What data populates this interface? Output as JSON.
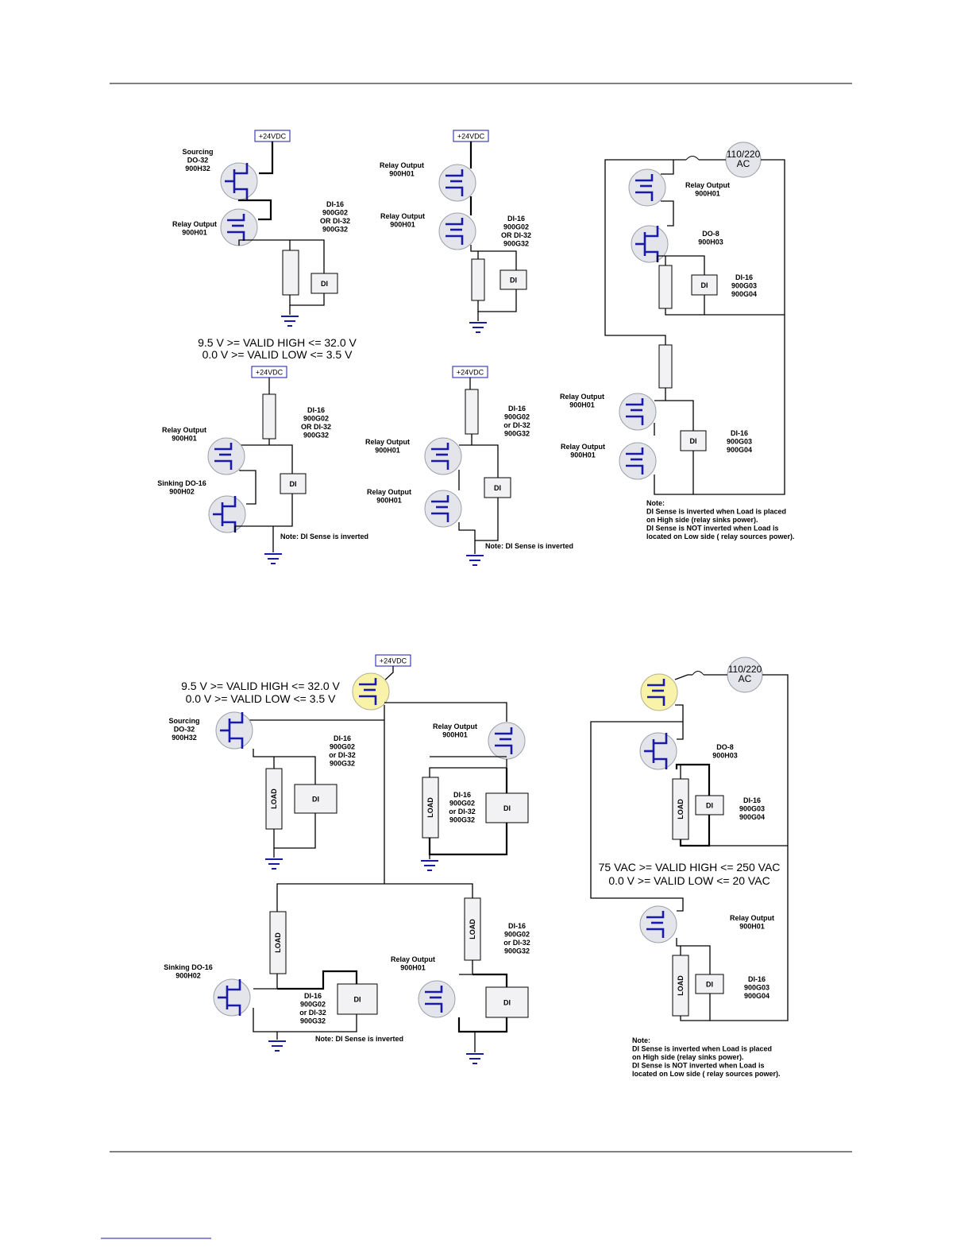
{
  "labels": {
    "plus24": "+24VDC",
    "di": "DI",
    "load": "LOAD",
    "ac": [
      "110/220",
      "AC"
    ],
    "sourcing_do32": [
      "Sourcing",
      "DO-32",
      "900H32"
    ],
    "relay_output": [
      "Relay Output",
      "900H01"
    ],
    "sinking_do16": [
      "Sinking DO-16",
      "900H02"
    ],
    "do8": [
      "DO-8",
      "900H03"
    ],
    "di16_or_upper": [
      "DI-16",
      "900G02",
      "OR DI-32",
      "900G32"
    ],
    "di16_or_lower": [
      "DI-16",
      "900G02",
      "or DI-32",
      "900G32"
    ],
    "di16_g03": [
      "DI-16",
      "900G03",
      "900G04"
    ],
    "dc_levels": [
      "9.5 V >= VALID HIGH <= 32.0 V",
      "0.0 V >= VALID LOW <= 3.5 V"
    ],
    "ac_levels": [
      "75 VAC >= VALID HIGH <= 250 VAC",
      "0.0 V >= VALID LOW <= 20 VAC"
    ],
    "note_inverted": "Note: DI Sense is inverted",
    "note_block": [
      "Note:",
      "DI Sense is inverted when Load is placed",
      "on High side (relay sinks power).",
      "DI Sense is NOT inverted when Load is",
      "located on Low side ( relay sources power)."
    ]
  },
  "colors": {
    "symbol": "#1a1aa8",
    "highlight": "#f8f3a8"
  }
}
